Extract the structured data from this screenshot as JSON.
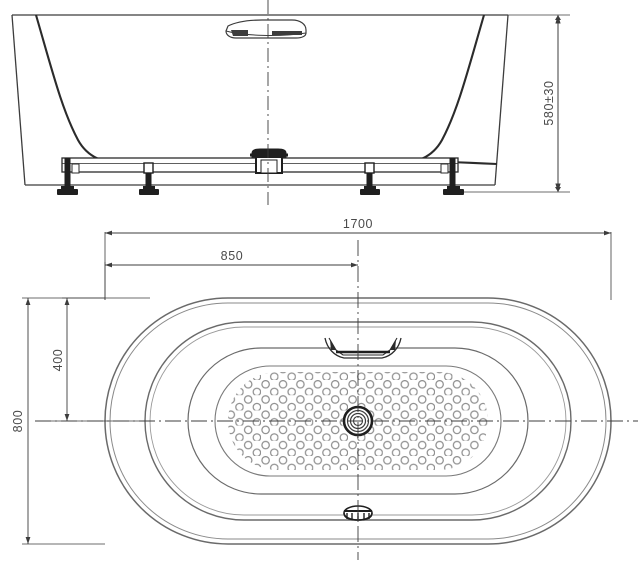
{
  "drawing": {
    "title": "Freestanding oval bathtub - dimensional drawing",
    "units": "mm",
    "line_color": "#3c3c3c",
    "dim_color": "#4a4a4a",
    "background": "#ffffff"
  },
  "views": {
    "elevation": {
      "name": "front-elevation-view",
      "parts": {
        "tub_body": "tub-body-outline",
        "headrest": "headrest-profile",
        "frame": "support-frame-rail",
        "drain": "center-drain-assembly",
        "feet_count": 4,
        "foot": "adjustable-foot"
      }
    },
    "plan": {
      "name": "top-plan-view",
      "parts": {
        "rim_outer": "tub-rim-outer-oval",
        "rim_inner": "tub-rim-inner-oval",
        "basin_outer": "basin-outer-oval",
        "basin_inner": "basin-inner-oval",
        "slip_pattern": "anti-slip-dot-pattern",
        "drain": "center-drain-assembly",
        "overflow": "overflow-fitting",
        "headrest": "headrest-plan"
      }
    }
  },
  "dimensions": {
    "height": {
      "label": "580±30",
      "orientation": "vertical",
      "view": "elevation"
    },
    "length_total": {
      "label": "1700",
      "orientation": "horizontal",
      "view": "plan"
    },
    "length_half": {
      "label": "850",
      "orientation": "horizontal",
      "view": "plan"
    },
    "width_inner": {
      "label": "400",
      "orientation": "vertical",
      "view": "plan"
    },
    "width_total": {
      "label": "800",
      "orientation": "vertical",
      "view": "plan"
    }
  }
}
